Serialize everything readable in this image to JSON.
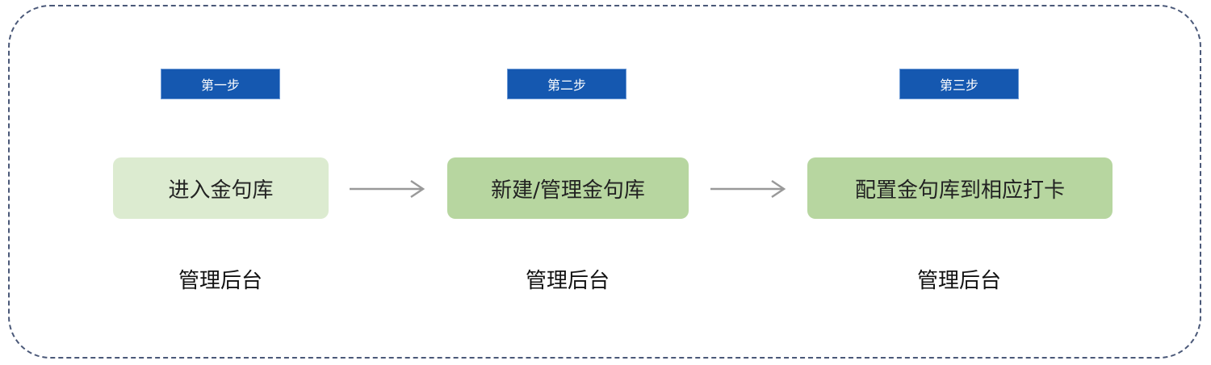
{
  "steps": [
    {
      "badge": "第一步",
      "action": "进入金句库",
      "location": "管理后台"
    },
    {
      "badge": "第二步",
      "action": "新建/管理金句库",
      "location": "管理后台"
    },
    {
      "badge": "第三步",
      "action": "配置金句库到相应打卡",
      "location": "管理后台"
    }
  ],
  "colors": {
    "badge": "#1558b0",
    "box_light": "#dcebd0",
    "box_mid": "#b7d6a0",
    "arrow": "#999999"
  }
}
